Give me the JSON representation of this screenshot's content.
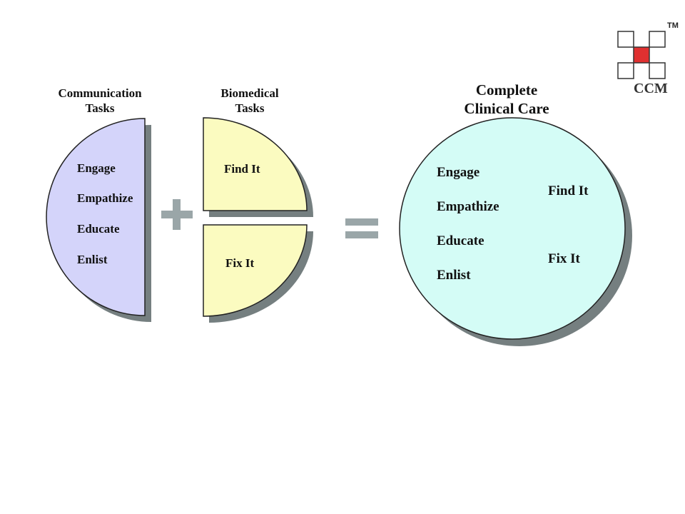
{
  "communication": {
    "title_line1": "Communication",
    "title_line2": "Tasks",
    "items": [
      "Engage",
      "Empathize",
      "Educate",
      "Enlist"
    ]
  },
  "biomedical": {
    "title_line1": "Biomedical",
    "title_line2": "Tasks",
    "top": "Find It",
    "bottom": "Fix It"
  },
  "complete": {
    "title_line1": "Complete",
    "title_line2": "Clinical Care",
    "left_items": [
      "Engage",
      "Empathize",
      "Educate",
      "Enlist"
    ],
    "right_items": [
      "Find It",
      "Fix It"
    ]
  },
  "operators": {
    "plus": "+",
    "equals": "="
  },
  "logo": {
    "text": "CCM",
    "tm": "TM"
  },
  "colors": {
    "communication_fill": "#d4d4fa",
    "biomedical_fill": "#fbfbc0",
    "complete_fill": "#d4fcf6",
    "shadow": "#757f80",
    "operator": "#9aa6a8",
    "logo_red": "#e03030"
  }
}
